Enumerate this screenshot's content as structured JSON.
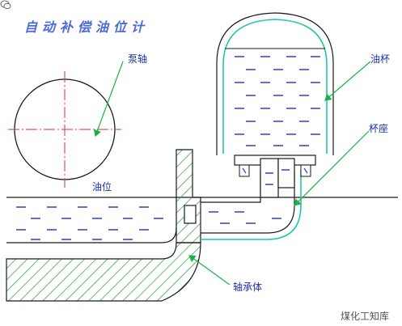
{
  "diagram": {
    "title": "自动补偿油位计",
    "labels": {
      "bubble": "泵轴",
      "cup": "油杯",
      "cup_bottom": "杯座",
      "oil_level": "油位",
      "housing": "轴承体"
    },
    "watermark": "煤化工知库",
    "colors": {
      "outline": "#1a1a1a",
      "cup_wall": "#1ec8a8",
      "oil_dash": "#2b3fd1",
      "hatch": "#1f9e3a",
      "centerline": "#e03030",
      "arrow": "#19b04a"
    }
  }
}
